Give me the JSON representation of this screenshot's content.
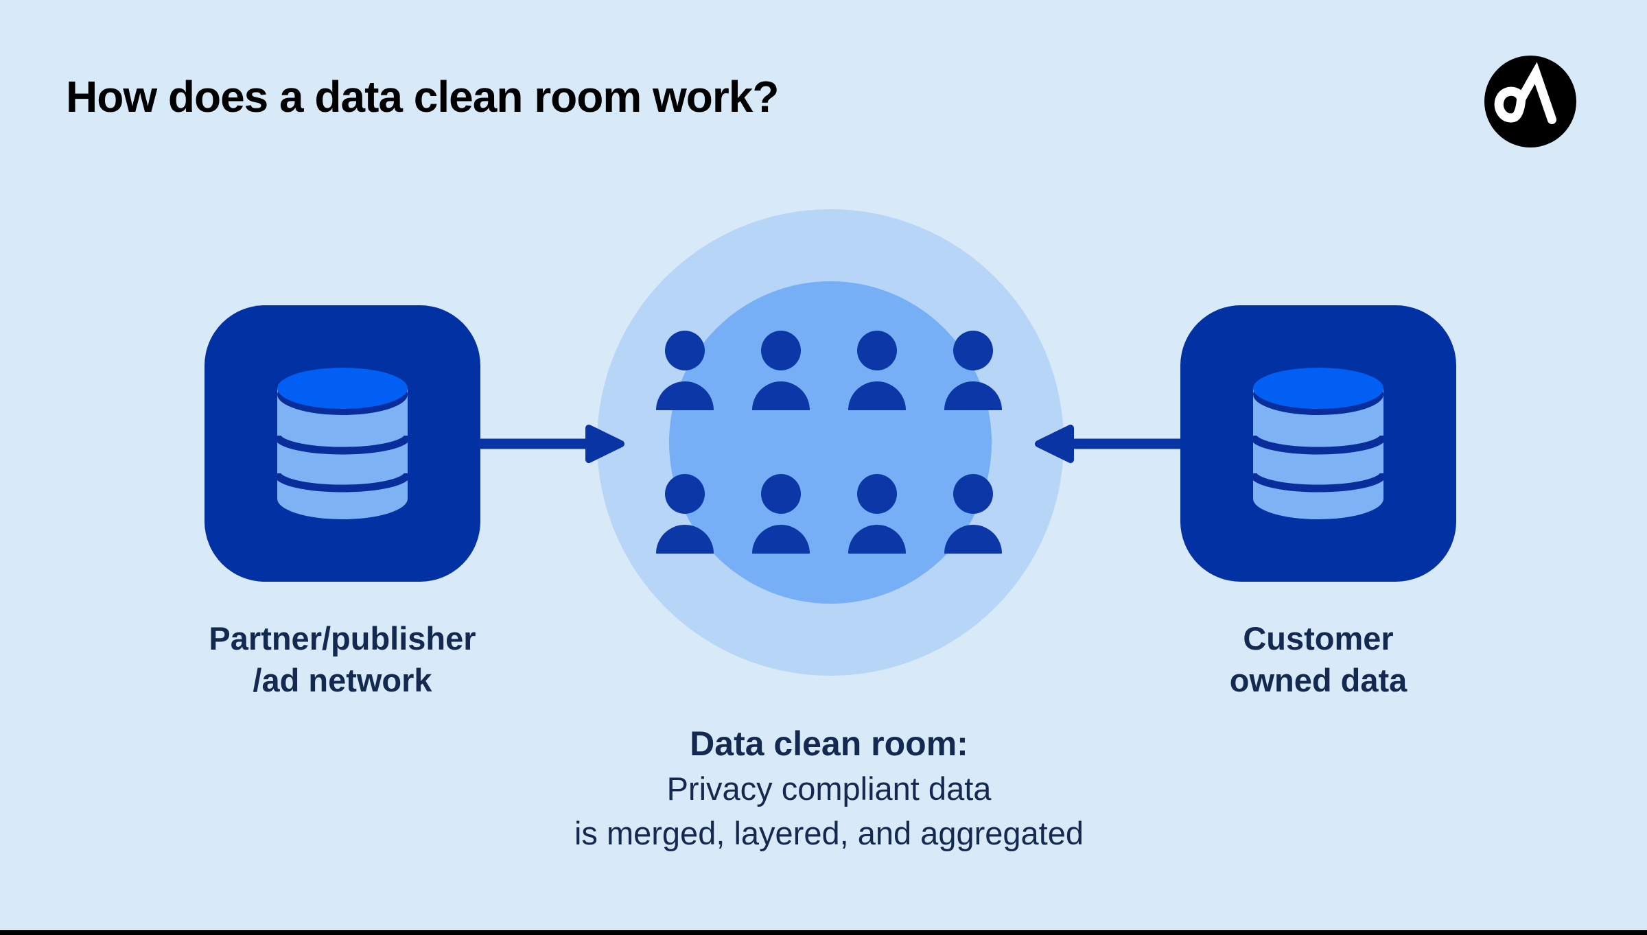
{
  "page": {
    "title": "How does a data clean room work?"
  },
  "logo": {
    "name": "adjust-logo",
    "description": "black circle with white stylized letter A"
  },
  "diagram": {
    "left_source": {
      "icon": "database",
      "label": [
        "Partner/publisher",
        "/ad network"
      ]
    },
    "right_source": {
      "icon": "database",
      "label": [
        "Customer",
        "owned data"
      ]
    },
    "clean_room": {
      "people_count": 8,
      "people_layout": "2 rows of 4",
      "heading": "Data clean room:",
      "description": [
        "Privacy compliant data",
        "is merged, layered, and aggregated"
      ]
    },
    "arrows": [
      {
        "from": "left-source",
        "to": "clean-room",
        "direction": "right"
      },
      {
        "from": "right-source",
        "to": "clean-room",
        "direction": "left"
      }
    ]
  },
  "colors": {
    "background": "#D8E9F8",
    "outer_circle": "#B6D5F7",
    "inner_circle": "#76AFF5",
    "navy_box": "#0231A3",
    "database_body": "#7DB2F4",
    "database_top": "#015FF3",
    "database_lines": "#092D9B",
    "person": "#0B38A6",
    "arrow": "#0834A4",
    "text_navy": "#14294F",
    "title_black": "#000000",
    "bottom_bar": "#000000"
  }
}
